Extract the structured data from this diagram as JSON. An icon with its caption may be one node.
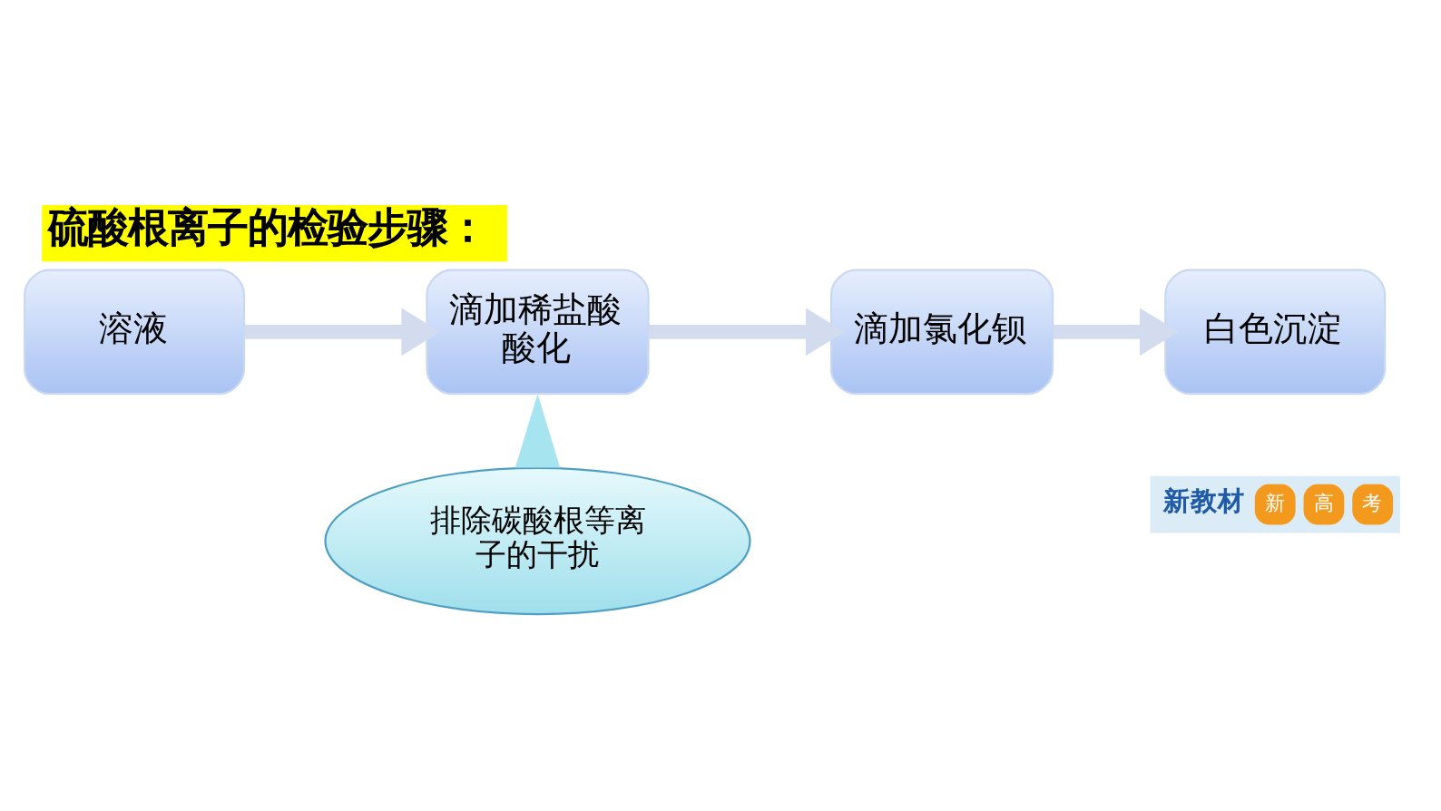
{
  "diagram": {
    "title": "硫酸根离子的检验步骤：",
    "nodes": [
      {
        "text": [
          "溶液"
        ]
      },
      {
        "text": [
          "滴加稀盐酸酸化"
        ]
      },
      {
        "text": [
          "滴加氯化钡"
        ]
      },
      {
        "text": [
          "白色沉淀"
        ]
      },
      {
        "text": [
          "排除碳酸根等离子的干扰"
        ]
      }
    ],
    "edges": [
      {
        "from": 0,
        "to": 1,
        "arrow": "to"
      },
      {
        "from": 1,
        "to": 2,
        "arrow": "to"
      },
      {
        "from": 2,
        "to": 3,
        "arrow": "to"
      },
      {
        "from": 4,
        "to": 1,
        "arrow": "none",
        "color": "#a6e4ef"
      }
    ],
    "labels": [
      "新教材",
      "新",
      "高",
      "考"
    ]
  }
}
